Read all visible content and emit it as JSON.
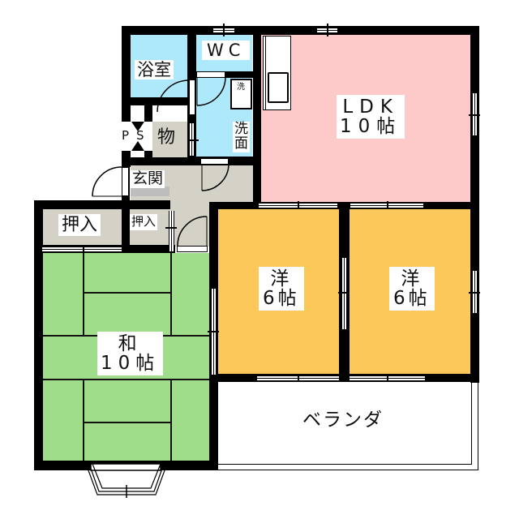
{
  "floor_plan": {
    "type": "apartment",
    "layout": "3LDK",
    "colors": {
      "wall": "#000000",
      "wet_area": "#aee9fb",
      "ldk": "#fdc9c9",
      "western_room": "#fdc85a",
      "japanese_room": "#a0dd8a",
      "storage_entry": "#d4d1c6",
      "entry_floor": "#c6c6c6",
      "balcony": "#ffffff"
    },
    "rooms": {
      "bath": {
        "label": "浴室"
      },
      "wc": {
        "label": "WC"
      },
      "washroom": {
        "label": "洗\n面"
      },
      "washing_machine": {
        "label": "洗"
      },
      "ps": {
        "label": "PS"
      },
      "storage": {
        "label": "物"
      },
      "entrance": {
        "label": "玄関"
      },
      "closet_large": {
        "label": "押入"
      },
      "closet_small": {
        "label": "押入"
      },
      "ldk": {
        "label": "LDK\n10帖",
        "name": "LDK",
        "size": "10帖"
      },
      "western_1": {
        "label": "洋\n6帖",
        "name": "洋",
        "size": "6帖"
      },
      "western_2": {
        "label": "洋\n6帖",
        "name": "洋",
        "size": "6帖"
      },
      "japanese": {
        "label": "和\n10帖",
        "name": "和",
        "size": "10帖"
      },
      "balcony": {
        "label": "ベランダ"
      }
    }
  }
}
